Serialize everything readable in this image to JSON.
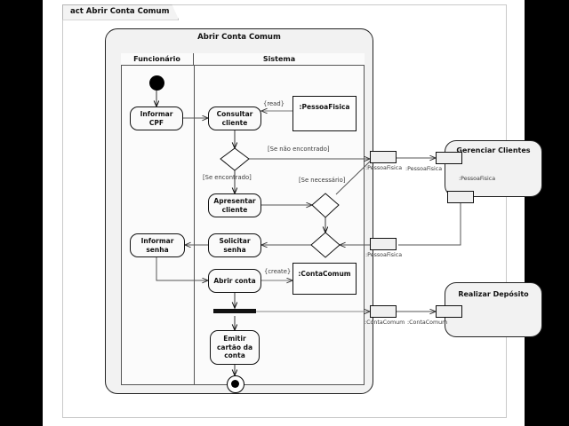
{
  "frame": {
    "tab_label": "act Abrir Conta Comum"
  },
  "diagram": {
    "title": "Abrir Conta Comum",
    "type": "uml-activity-diagram",
    "partitions": [
      {
        "name": "Funcionário"
      },
      {
        "name": "Sistema"
      }
    ],
    "nodes": {
      "initial": "initial-node",
      "final": "activity-final-node",
      "fork": "fork-node"
    },
    "actions": [
      {
        "id": "informar-cpf",
        "label": "Informar\nCPF",
        "lane": "Funcionário"
      },
      {
        "id": "consultar-cliente",
        "label": "Consultar\ncliente",
        "lane": "Sistema"
      },
      {
        "id": "apresentar-cliente",
        "label": "Apresentar\ncliente",
        "lane": "Sistema"
      },
      {
        "id": "solicitar-senha",
        "label": "Solicitar\nsenha",
        "lane": "Sistema"
      },
      {
        "id": "informar-senha",
        "label": "Informar\nsenha",
        "lane": "Funcionário"
      },
      {
        "id": "abrir-conta",
        "label": "Abrir conta",
        "lane": "Sistema"
      },
      {
        "id": "emitir-cartao",
        "label": "Emitir\ncartão da\nconta",
        "lane": "Sistema"
      }
    ],
    "action_labels": {
      "informar_cpf_l1": "Informar",
      "informar_cpf_l2": "CPF",
      "consultar_cliente_l1": "Consultar",
      "consultar_cliente_l2": "cliente",
      "apresentar_cliente_l1": "Apresentar",
      "apresentar_cliente_l2": "cliente",
      "solicitar_senha_l1": "Solicitar",
      "solicitar_senha_l2": "senha",
      "informar_senha_l1": "Informar",
      "informar_senha_l2": "senha",
      "abrir_conta": "Abrir conta",
      "emitir_cartao_l1": "Emitir",
      "emitir_cartao_l2": "cartão da",
      "emitir_cartao_l3": "conta"
    },
    "object_nodes": [
      {
        "id": "pessoafisica-obj",
        "label": ":PessoaFisica",
        "stereotype": "{read}"
      },
      {
        "id": "contacomum-obj",
        "label": ":ContaComum",
        "stereotype": "{create}"
      }
    ],
    "object_labels": {
      "pessoafisica": ":PessoaFisica",
      "contacomum": ":ContaComum"
    },
    "stereotypes": {
      "read": "{read}",
      "create": "{create}"
    },
    "guards": {
      "nao_encontrado": "[Se não encontrado]",
      "encontrado": "[Se encontrado]",
      "necessario": "[Se necessário]"
    },
    "pins": {
      "pessoafisica_out": ":PessoaFisica",
      "pessoafisica_in_ext": ":PessoaFisica",
      "pessoafisica_ext_out": ":PessoaFisica",
      "pessoafisica_back": ":PessoaFisica",
      "contacomum_out": ":ContaComum",
      "contacomum_in_ext": ":ContaComum"
    },
    "external_activities": [
      {
        "id": "gerenciar-clientes",
        "title": "Gerenciar Clientes"
      },
      {
        "id": "realizar-deposito",
        "title": "Realizar Depósito"
      }
    ],
    "external_titles": {
      "gerenciar_clientes": "Gerenciar Clientes",
      "realizar_deposito": "Realizar Depósito"
    }
  },
  "colors": {
    "frame_fill": "#f2f2f2",
    "lane_fill": "#fbfbfb",
    "node_stroke": "#111111",
    "edge": "#555555",
    "letterbox": "#000000"
  }
}
